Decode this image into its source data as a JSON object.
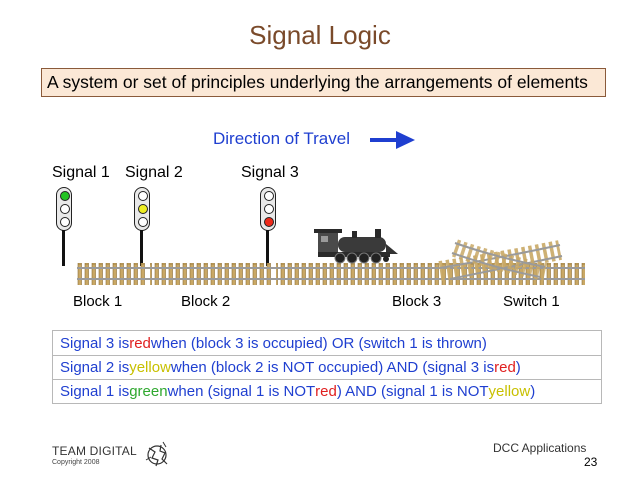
{
  "title": "Signal Logic",
  "definition": "A system or set of principles underlying the arrangements of elements",
  "direction_label": "Direction of Travel",
  "signals": [
    {
      "label": "Signal 1",
      "aspect": "green"
    },
    {
      "label": "Signal 2",
      "aspect": "yellow"
    },
    {
      "label": "Signal 3",
      "aspect": "red"
    }
  ],
  "blocks": [
    "Block 1",
    "Block 2",
    "Block 3",
    "Switch 1"
  ],
  "rules": [
    {
      "parts": [
        {
          "text": "Signal 3 is ",
          "color": "blue"
        },
        {
          "text": "red",
          "color": "red"
        },
        {
          "text": " when (block 3 is occupied) OR (switch 1 is thrown)",
          "color": "blue"
        }
      ]
    },
    {
      "parts": [
        {
          "text": "Signal 2 is ",
          "color": "blue"
        },
        {
          "text": "yellow",
          "color": "yellow"
        },
        {
          "text": " when (block 2 is NOT occupied) AND (signal 3 is ",
          "color": "blue"
        },
        {
          "text": "red",
          "color": "red"
        },
        {
          "text": ")",
          "color": "blue"
        }
      ]
    },
    {
      "parts": [
        {
          "text": "Signal 1 is ",
          "color": "blue"
        },
        {
          "text": "green",
          "color": "green"
        },
        {
          "text": " when (signal 1 is NOT ",
          "color": "blue"
        },
        {
          "text": "red",
          "color": "red"
        },
        {
          "text": ") AND (signal 1 is NOT ",
          "color": "blue"
        },
        {
          "text": "yellow",
          "color": "yellow"
        },
        {
          "text": ")",
          "color": "blue"
        }
      ]
    }
  ],
  "footer": {
    "brand": "TEAM DIGITAL",
    "copyright": "Copyright 2008",
    "course": "DCC Applications",
    "page": "23"
  },
  "colors": {
    "title": "#7a4a2a",
    "definition_bg": "#fbe8d6",
    "text_blue": "#1f3fd0",
    "red": "#e02020",
    "yellow": "#c8c000",
    "green": "#2fa82f",
    "lamp_green": "#22c322",
    "lamp_yellow": "#eeee22",
    "lamp_red": "#ee2a1a",
    "track": "#b89a55"
  },
  "icons": [
    "right-arrow-icon",
    "locomotive-icon",
    "team-digital-logo"
  ]
}
